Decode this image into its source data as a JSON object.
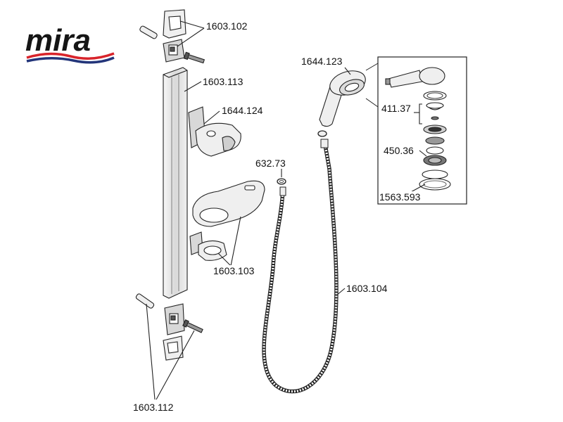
{
  "brand": {
    "name": "mira",
    "text_color": "#151515",
    "wave_colors": [
      "#d8242b",
      "#23357a"
    ]
  },
  "colors": {
    "line": "#222222",
    "part_fill": "#efefef",
    "part_shade": "#c9c9c9",
    "background": "#ffffff"
  },
  "parts": [
    {
      "id": "rail-top-bracket-kit",
      "code": "1603.102"
    },
    {
      "id": "slide-rail",
      "code": "1603.113"
    },
    {
      "id": "handset-holder",
      "code": "1644.124"
    },
    {
      "id": "hose-washer",
      "code": "632.73"
    },
    {
      "id": "shower-handset",
      "code": "1644.123"
    },
    {
      "id": "handset-seal-kit",
      "code": "411.37"
    },
    {
      "id": "spray-plate-assembly",
      "code": "450.36"
    },
    {
      "id": "spray-cover",
      "code": "1563.593"
    },
    {
      "id": "soap-dish-assembly",
      "code": "1603.103"
    },
    {
      "id": "flexible-hose",
      "code": "1603.104"
    },
    {
      "id": "rail-bottom-bracket-kit",
      "code": "1603.112"
    }
  ]
}
